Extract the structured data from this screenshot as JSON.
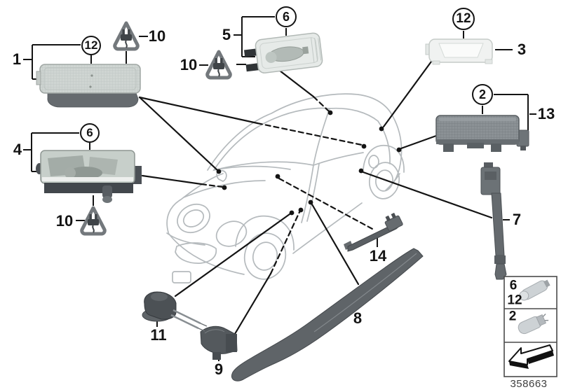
{
  "diagram_number": "358663",
  "callouts": {
    "part_1": {
      "label": "1",
      "bulb_ref": "12",
      "warning_ref": "10"
    },
    "part_3": {
      "label": "3",
      "bulb_ref": "12"
    },
    "part_4": {
      "label": "4",
      "bulb_ref": "6",
      "warning_ref": "10"
    },
    "part_5": {
      "label": "5",
      "bulb_ref": "6",
      "warning_ref": "10"
    },
    "part_7": {
      "label": "7"
    },
    "part_8": {
      "label": "8"
    },
    "part_9": {
      "label": "9"
    },
    "part_11": {
      "label": "11"
    },
    "part_13": {
      "label": "13",
      "bulb_ref": "2"
    },
    "part_14": {
      "label": "14"
    }
  },
  "legend": {
    "rows": [
      {
        "refs": [
          "6",
          "12"
        ],
        "icon": "festoon-bulb"
      },
      {
        "refs": [
          "2"
        ],
        "icon": "wedge-base-bulb"
      },
      {
        "refs": [],
        "icon": "installation-direction-arrow"
      }
    ]
  },
  "icons": {
    "warning_triangle": "electrical-plug-warning-triangle",
    "legend_arrow": "installation-direction-arrow",
    "festoon_bulb": "festoon-bulb",
    "wedge_bulb": "wedge-base-bulb"
  },
  "colors": {
    "callout_line": "#141414",
    "car_sketch": "#b5babd",
    "part_grey_light": "#cfd5d2",
    "part_grey_dark": "#5f6468",
    "lens_white": "#f0f2f1"
  }
}
